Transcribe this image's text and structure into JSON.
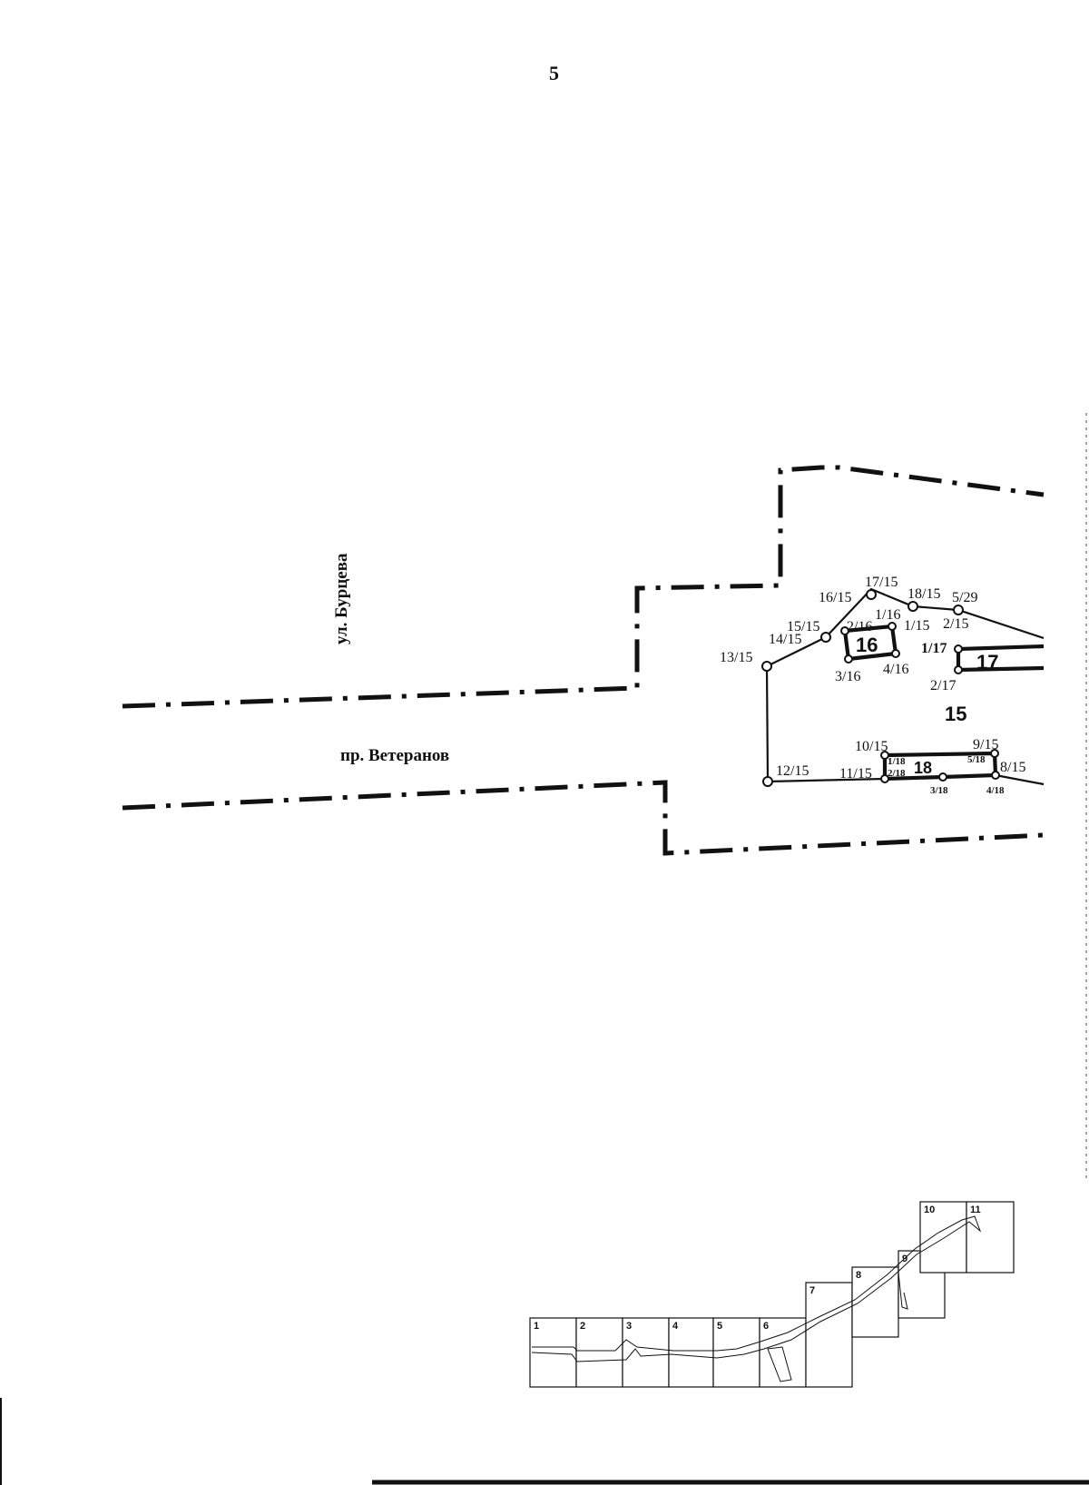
{
  "page": {
    "number": "5"
  },
  "streets": {
    "vertical": "ул. Бурцева",
    "horizontal": "пр. Ветеранов"
  },
  "parcels": {
    "p15": "15",
    "p16": "16",
    "p17": "17",
    "p18": "18"
  },
  "points": {
    "p17_15": "17/15",
    "p16_15": "16/15",
    "p18_15": "18/15",
    "p5_29": "5/29",
    "p15_15": "15/15",
    "p14_15": "14/15",
    "p2_16": "2/16",
    "p1_16": "1/16",
    "p1_15": "1/15",
    "p2_15": "2/15",
    "p13_15": "13/15",
    "p3_16": "3/16",
    "p4_16": "4/16",
    "p1_17": "1/17",
    "p2_17": "2/17",
    "p10_15": "10/15",
    "p9_15": "9/15",
    "p12_15": "12/15",
    "p11_15": "11/15",
    "p8_15": "8/15",
    "p1_18": "1/18",
    "p2_18": "2/18",
    "p3_18": "3/18",
    "p4_18": "4/18",
    "p5_18": "5/18"
  },
  "index_map": {
    "sheets": [
      "1",
      "2",
      "3",
      "4",
      "5",
      "6",
      "7",
      "8",
      "9",
      "10",
      "11"
    ],
    "current_sheet": "5"
  }
}
